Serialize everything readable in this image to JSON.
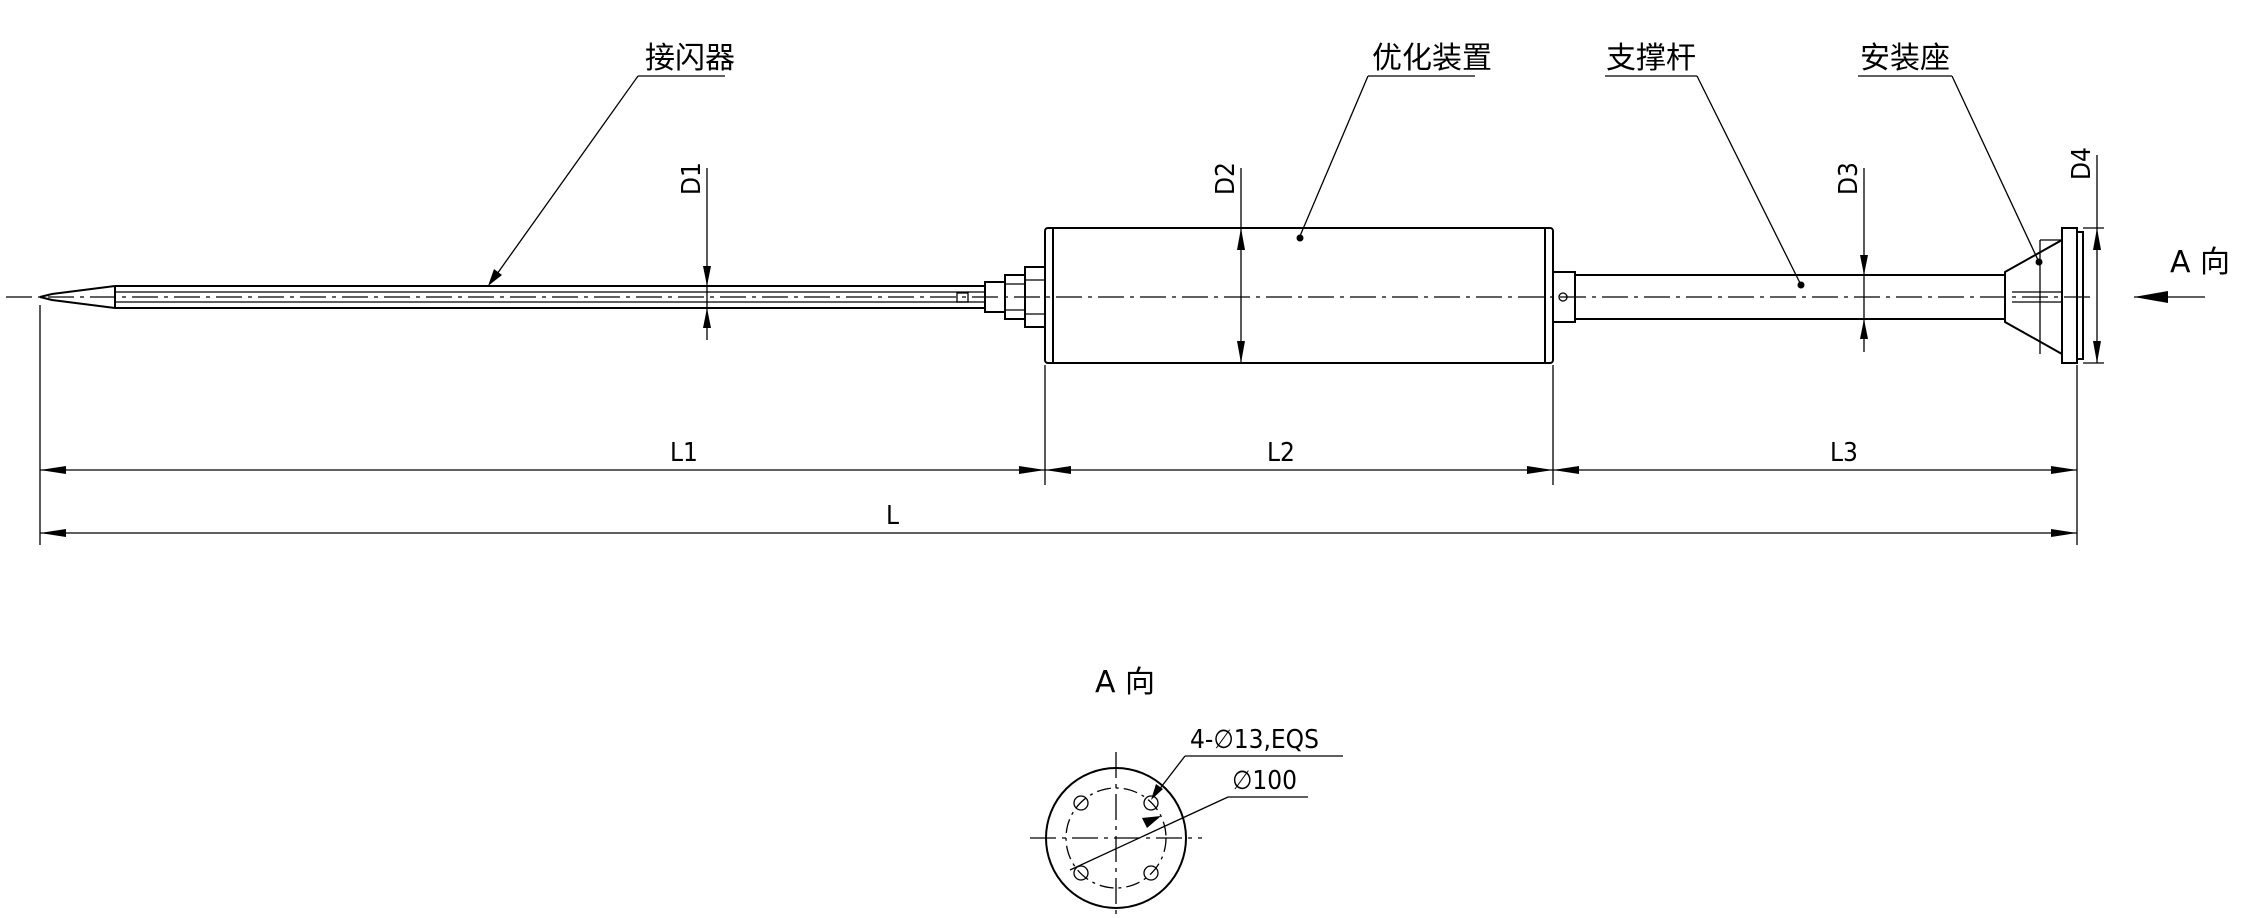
{
  "callouts": {
    "arrester": "接闪器",
    "optimizer": "优化装置",
    "support_rod": "支撑杆",
    "mount_base": "安装座"
  },
  "dimensions": {
    "d1": "D1",
    "d2": "D2",
    "d3": "D3",
    "d4": "D4",
    "l1": "L1",
    "l2": "L2",
    "l3": "L3",
    "l": "L"
  },
  "view": {
    "direction_label": "A 向",
    "section_title": "A 向",
    "hole_note": "4-∅13,EQS",
    "pcd_note": "∅100"
  }
}
